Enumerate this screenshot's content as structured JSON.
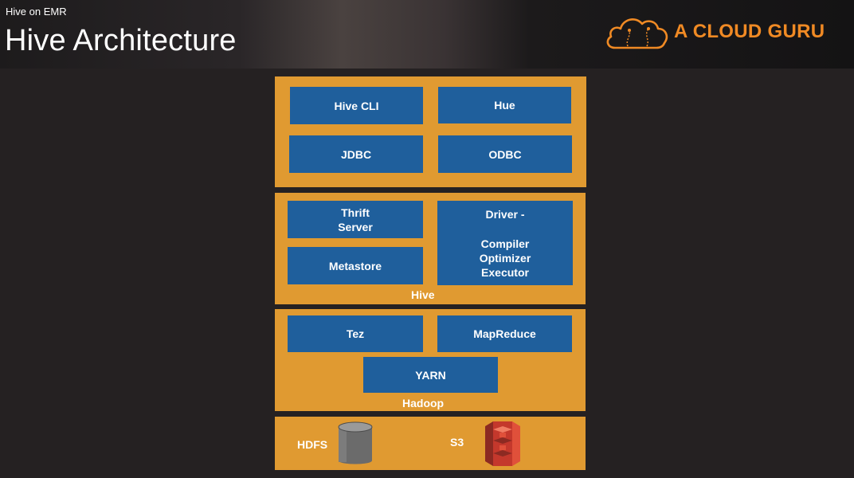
{
  "header": {
    "subtitle": "Hive on EMR",
    "title": "Hive Architecture",
    "brand": "A CLOUD GURU",
    "brand_color": "#f08a24"
  },
  "colors": {
    "layer": "#e09a31",
    "block": "#1f5f9c",
    "background": "#252122"
  },
  "layers": {
    "clients": {
      "blocks": [
        "Hive CLI",
        "Hue",
        "JDBC",
        "ODBC"
      ]
    },
    "hive": {
      "label": "Hive",
      "thrift_server": "Thrift\nServer",
      "metastore": "Metastore",
      "driver_title": "Driver -",
      "driver_parts": "Compiler\nOptimizer\nExecutor"
    },
    "hadoop": {
      "label": "Hadoop",
      "tez": "Tez",
      "mapreduce": "MapReduce",
      "yarn": "YARN"
    },
    "storage": {
      "hdfs": "HDFS",
      "s3": "S3",
      "icons": [
        "database-cylinder-icon",
        "s3-bucket-icon"
      ]
    }
  }
}
